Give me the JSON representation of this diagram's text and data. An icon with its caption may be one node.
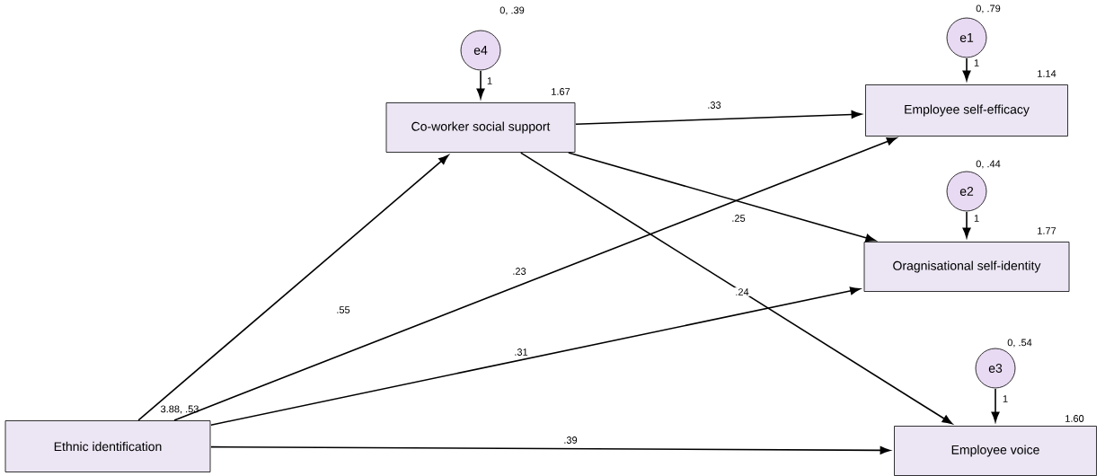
{
  "diagram": {
    "nodes": [
      {
        "text": [
          "e4"
        ],
        "beside": [
          "0, .39"
        ]
      },
      {
        "text": [
          "e1"
        ],
        "beside": [
          "0, .79"
        ]
      },
      {
        "text": [
          "Co-worker social support"
        ],
        "beside": [
          "1.67"
        ]
      },
      {
        "text": [
          "Employee self-efficacy"
        ],
        "beside": [
          "1.14"
        ]
      },
      {
        "text": [
          "e2"
        ],
        "beside": [
          "0, .44"
        ]
      },
      {
        "text": [
          "Oragnisational self-identity"
        ],
        "beside": [
          "1.77"
        ]
      },
      {
        "text": [
          "e3"
        ],
        "beside": [
          "0, .54"
        ]
      },
      {
        "text": [
          "Ethnic identification"
        ],
        "beside": [
          "3.88, .53"
        ]
      },
      {
        "text": [
          "Employee voice"
        ],
        "beside": [
          "1.60"
        ]
      }
    ],
    "edges": [
      {
        "from": 0,
        "to": 2,
        "arrow": "to",
        "label": "1"
      },
      {
        "from": 1,
        "to": 3,
        "arrow": "to",
        "label": "1"
      },
      {
        "from": 4,
        "to": 5,
        "arrow": "to",
        "label": "1"
      },
      {
        "from": 6,
        "to": 8,
        "arrow": "to",
        "label": "1"
      },
      {
        "from": 7,
        "to": 2,
        "arrow": "to",
        "label": ".55"
      },
      {
        "from": 2,
        "to": 3,
        "arrow": "to",
        "label": ".33"
      },
      {
        "from": 2,
        "to": 5,
        "arrow": "to",
        "label": ".25"
      },
      {
        "from": 2,
        "to": 8,
        "arrow": "to",
        "label": ".24"
      },
      {
        "from": 7,
        "to": 3,
        "arrow": "to",
        "label": ".23"
      },
      {
        "from": 7,
        "to": 5,
        "arrow": "to",
        "label": ".31"
      },
      {
        "from": 7,
        "to": 8,
        "arrow": "to",
        "label": ".39"
      }
    ]
  }
}
